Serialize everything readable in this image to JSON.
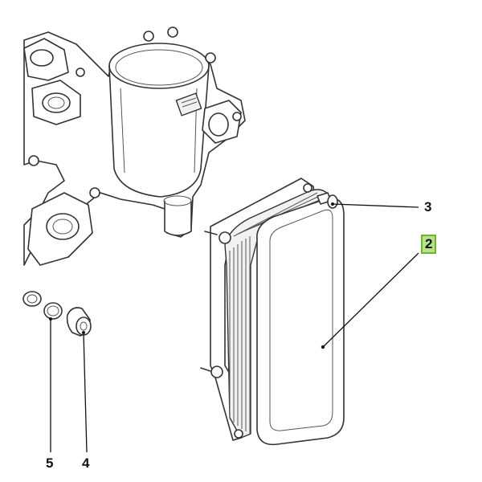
{
  "callouts": {
    "part_2": "2",
    "part_3": "3",
    "part_4": "4",
    "part_5": "5"
  },
  "colors": {
    "highlight_fill": "#b7e08a",
    "highlight_border": "#6fb52c",
    "line": "#333333"
  },
  "icons": [
    "engine-housing",
    "oil-cooler",
    "bolt",
    "seal-ring",
    "rubber-grommet"
  ]
}
